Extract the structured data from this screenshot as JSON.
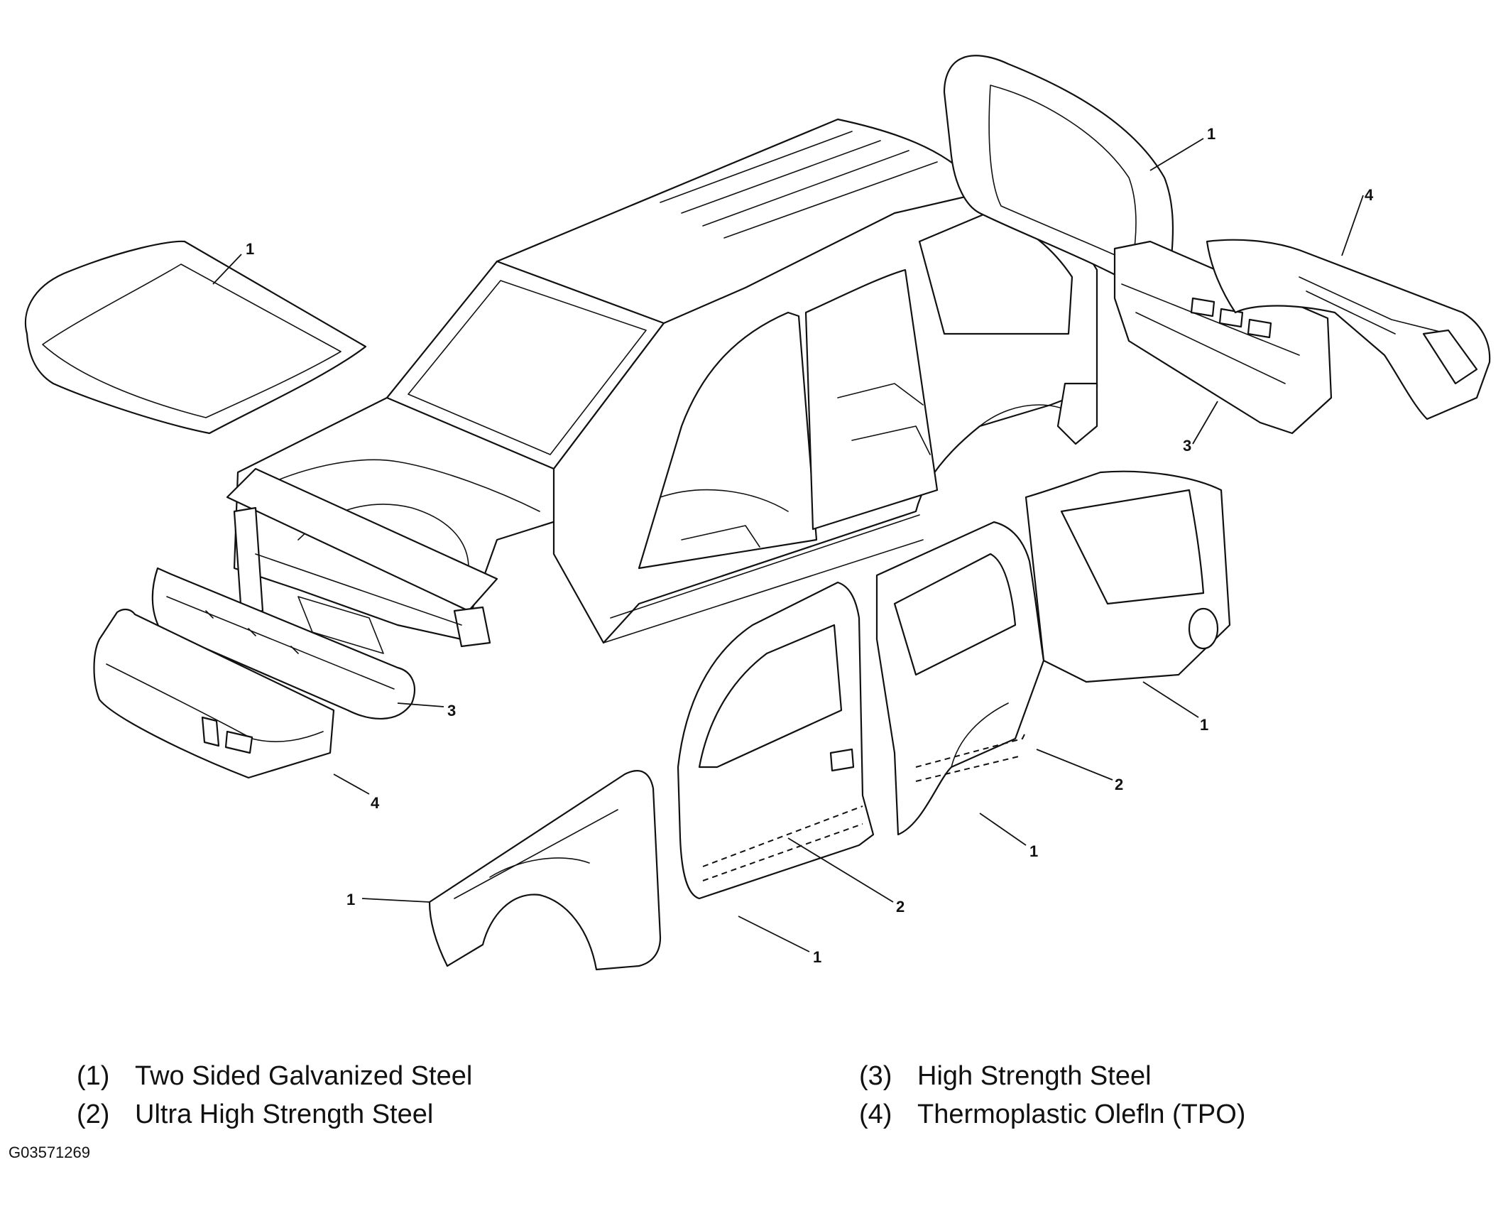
{
  "callouts": [
    {
      "id": "hood",
      "label": "1"
    },
    {
      "id": "liftgate",
      "label": "1"
    },
    {
      "id": "rear-fascia",
      "label": "4"
    },
    {
      "id": "rear-bumper-bar",
      "label": "3"
    },
    {
      "id": "front-bumper-bar",
      "label": "3"
    },
    {
      "id": "front-fascia",
      "label": "4"
    },
    {
      "id": "quarter-panel",
      "label": "1"
    },
    {
      "id": "rear-door-beam",
      "label": "2"
    },
    {
      "id": "rear-door",
      "label": "1"
    },
    {
      "id": "front-fender",
      "label": "1"
    },
    {
      "id": "front-door-beam",
      "label": "2"
    },
    {
      "id": "front-door",
      "label": "1"
    }
  ],
  "legend": {
    "left": [
      {
        "num": "(1)",
        "text": "Two Sided Galvanized Steel"
      },
      {
        "num": "(2)",
        "text": "Ultra High Strength Steel"
      }
    ],
    "right": [
      {
        "num": "(3)",
        "text": "High Strength Steel"
      },
      {
        "num": "(4)",
        "text": "Thermoplastic Olefln (TPO)"
      }
    ]
  },
  "figure_id": "G03571269"
}
